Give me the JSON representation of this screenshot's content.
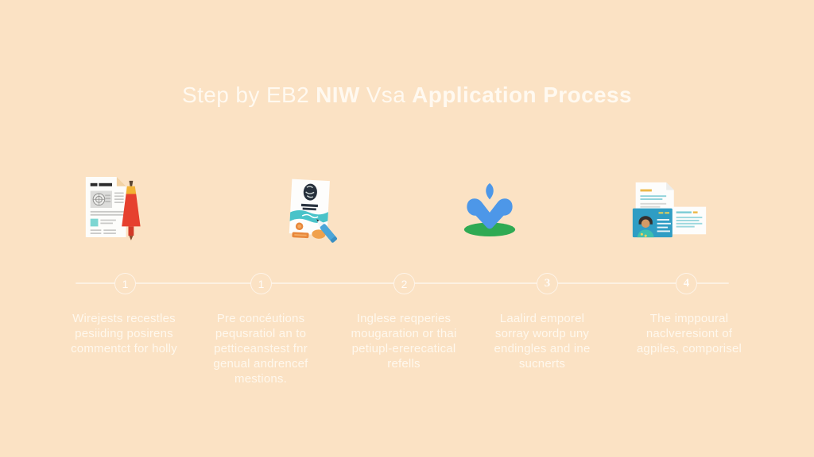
{
  "title": {
    "part1": "Step by EB2",
    "part2": "NIW",
    "part3": "Vsa",
    "part4": "Application Process"
  },
  "icons": [
    {
      "name": "document-with-red-pen-icon"
    },
    {
      "name": "application-form-with-stamps-and-pen-icon"
    },
    {
      "name": "blue-abstract-location-marker-icon"
    },
    {
      "name": "id-card-with-documents-icon"
    }
  ],
  "steps": [
    {
      "number": "1",
      "text_lines": [
        "Wirejests recestles",
        "pesiiding posirens",
        "commentct for holly"
      ]
    },
    {
      "number": "1",
      "text_lines": [
        "Pre concéutions",
        "pequsratiol an to",
        "petticeanstest fnr",
        "genual andrencef",
        "mestions."
      ]
    },
    {
      "number": "2",
      "text_lines": [
        "Inglese reqperies",
        "mougaration or thai",
        "petiupl-ererecatical",
        "refells"
      ]
    },
    {
      "number": "3",
      "text_lines": [
        "Laalird emporel",
        "sorray wordp uny",
        "endingles and ine",
        "sucnerts"
      ]
    },
    {
      "number": "4",
      "text_lines": [
        "The imppoural",
        "naclveresiont of",
        "agpiles, comporisel"
      ]
    }
  ],
  "colors": {
    "background": "#fbe2c4",
    "title_text": "#fffbf3",
    "body_text": "#fffcf4",
    "timeline": "#ffffff",
    "icon_red": "#e6402e",
    "icon_yellow": "#f2b233",
    "icon_teal": "#49c3c9",
    "icon_orange": "#e8873b",
    "icon_blue": "#4d97e8",
    "icon_green": "#2faa53",
    "icon_navy": "#26303c",
    "id_card_blue": "#2f9dc4"
  }
}
